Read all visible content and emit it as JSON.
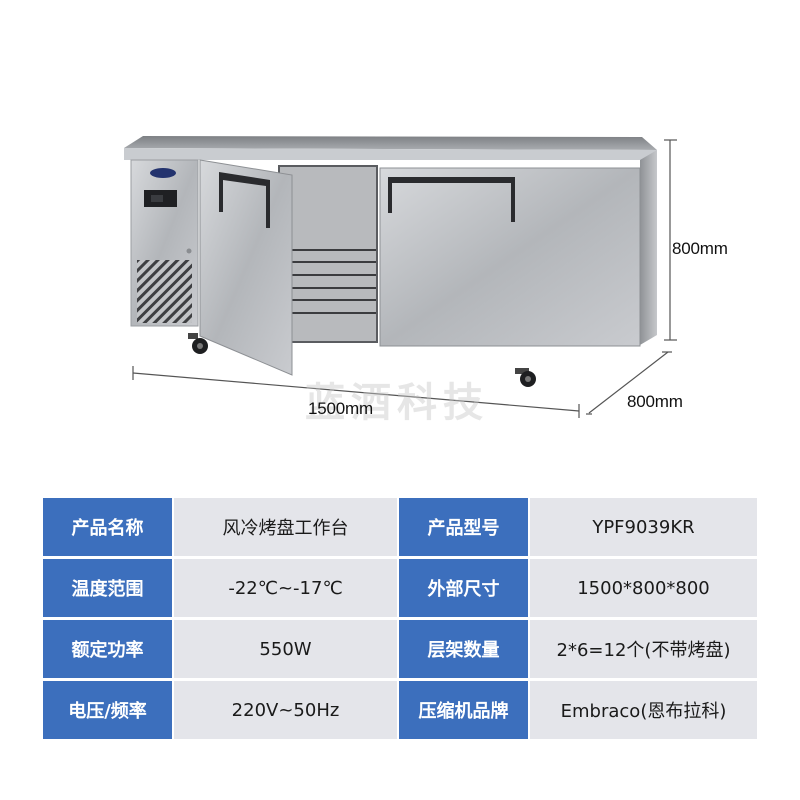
{
  "product_image": {
    "alt": "Stainless steel two-door under-counter air-cooled baking tray worktable freezer with left door open showing tray racks",
    "dimensions": {
      "width_label": "1500mm",
      "height_label": "800mm",
      "depth_label": "800mm"
    },
    "watermark": "蓝酒科技"
  },
  "colors": {
    "label_bg": "#3c6fbd",
    "value_bg": "#e4e5ea",
    "label_text": "#ffffff",
    "value_text": "#1a1a1a"
  },
  "spec_table": {
    "rows": [
      {
        "left_label": "产品名称",
        "left_value": "风冷烤盘工作台",
        "right_label": "产品型号",
        "right_value": "YPF9039KR"
      },
      {
        "left_label": "温度范围",
        "left_value": "-22℃~-17℃",
        "right_label": "外部尺寸",
        "right_value": "1500*800*800"
      },
      {
        "left_label": "额定功率",
        "left_value": "550W",
        "right_label": "层架数量",
        "right_value": "2*6=12个(不带烤盘)"
      },
      {
        "left_label": "电压/频率",
        "left_value": "220V~50Hz",
        "right_label": "压缩机品牌",
        "right_value": "Embraco(恩布拉科)"
      }
    ]
  }
}
